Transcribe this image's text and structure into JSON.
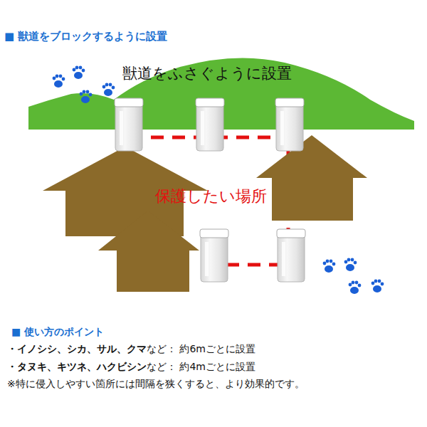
{
  "diagram": {
    "title": "■ 獣道をブロックするように設置",
    "labels": [
      "獣道をふさぐように設置",
      "保護したい場所",
      "■ 使い方のポイント",
      "・イノシシ、シカ、サル、クマ",
      "など： 約6mごとに設置",
      "・タヌキ、キツネ、ハクビシン",
      "など： 約4mごとに設置",
      "※特に侵入しやすい箇所には間隔を狭くすると、より効果的です。"
    ]
  }
}
